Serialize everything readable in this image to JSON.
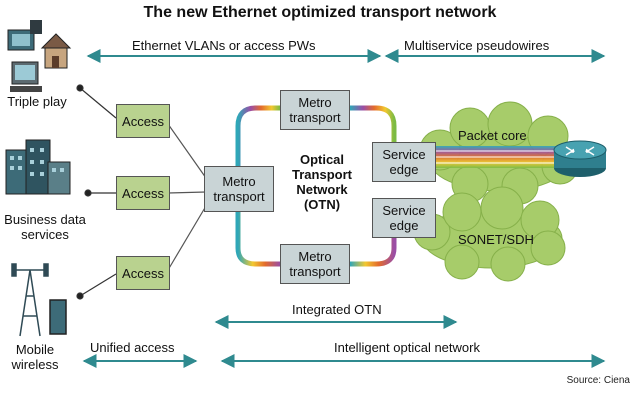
{
  "title": "The new Ethernet optimized transport network",
  "top_arrows": {
    "left_label": "Ethernet VLANs or access PWs",
    "right_label": "Multiservice pseudowires"
  },
  "services": [
    {
      "label_line1": "Triple play",
      "label_line2": "",
      "icon": "house-computer-phone-icon"
    },
    {
      "label_line1": "Business data",
      "label_line2": "services",
      "icon": "office-buildings-icon"
    },
    {
      "label_line1": "Mobile",
      "label_line2": "wireless",
      "icon": "cell-tower-icon"
    }
  ],
  "access_boxes": [
    "Access",
    "Access",
    "Access"
  ],
  "metro_hub": {
    "line1": "Metro",
    "line2": "transport"
  },
  "metro_top": {
    "line1": "Metro",
    "line2": "transport"
  },
  "metro_bottom": {
    "line1": "Metro",
    "line2": "transport"
  },
  "otn": {
    "line1": "Optical",
    "line2": "Transport",
    "line3": "Network",
    "line4": "(OTN)"
  },
  "service_edge_1": {
    "line1": "Service",
    "line2": "edge"
  },
  "service_edge_2": {
    "line1": "Service",
    "line2": "edge"
  },
  "clouds": {
    "packet_core": "Packet core",
    "sonet": "SONET/SDH"
  },
  "router_icon": "router-icon",
  "bottom_arrows": {
    "integrated": "Integrated OTN",
    "unified": "Unified access",
    "intelligent": "Intelligent optical network"
  },
  "source": "Source: Ciena",
  "colors": {
    "box_green": "#b9d28f",
    "box_gray": "#c9d4d6",
    "arrow_teal": "#2f8a8f",
    "cloud_green": "#a7cc6a",
    "router_teal": "#2f7f8e"
  }
}
